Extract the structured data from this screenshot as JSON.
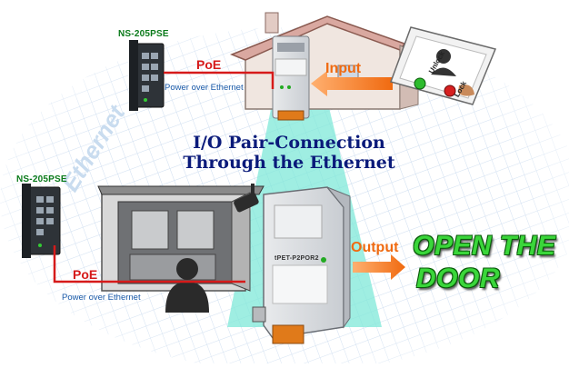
{
  "title_line1": "I/O Pair-Connection",
  "title_line2": "Through the Ethernet",
  "network_label": "Ethernet",
  "top_switch": {
    "model": "NS-205PSE"
  },
  "bottom_switch": {
    "model": "NS-205PSE"
  },
  "top_link": {
    "label": "PoE",
    "sublabel": "Power over Ethernet"
  },
  "bottom_link": {
    "label": "PoE",
    "sublabel": "Power over Ethernet"
  },
  "input_arrow_label": "Input",
  "output_arrow_label": "Output",
  "result_line1": "OPEN THE",
  "result_line2": "DOOR",
  "panel": {
    "unlock_label": "Unlock",
    "lock_label": "Lock"
  },
  "bottom_device_model": "tPET-P2POR2",
  "colors": {
    "poe_red": "#d61a1a",
    "arrow_orange": "#f06a10",
    "title_blue": "#0a1a7a",
    "open_door_green": "#3ad63a",
    "link_cyan": "#7fe8d8"
  }
}
